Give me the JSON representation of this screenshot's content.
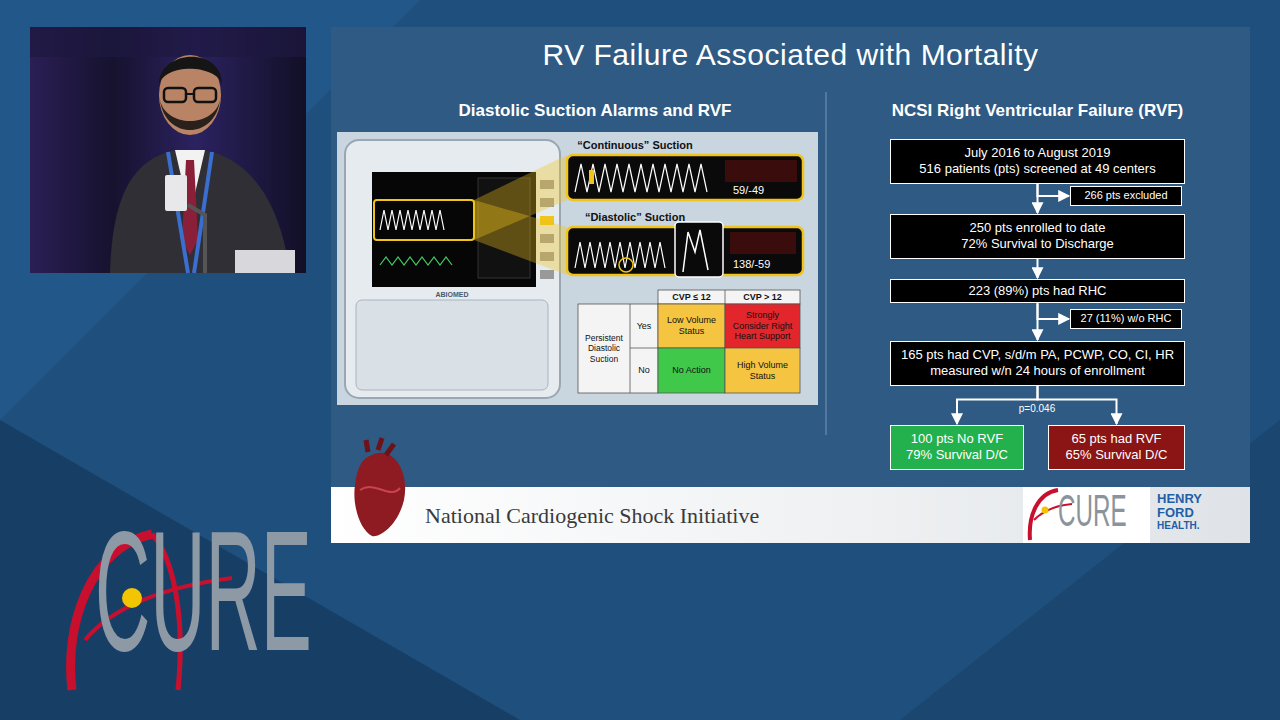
{
  "diagram": {
    "title": "RV Failure Associated with Mortality",
    "nodes": [
      {
        "text": [
          "July 2016 to August 2019",
          "516 patients (pts) screened at 49 centers"
        ]
      },
      {
        "text": [
          "266 pts excluded"
        ]
      },
      {
        "text": [
          "250 pts enrolled to date",
          "72% Survival to Discharge"
        ]
      },
      {
        "text": [
          "223 (89%) pts had RHC"
        ]
      },
      {
        "text": [
          "27 (11%) w/o RHC"
        ]
      },
      {
        "text": [
          "165 pts had CVP, s/d/m PA, PCWP, CO, CI, HR measured w/n 24 hours of enrollment"
        ]
      },
      {
        "text": [
          "100 pts No RVF",
          "79% Survival D/C"
        ]
      },
      {
        "text": [
          "65 pts had RVF",
          "65% Survival D/C"
        ]
      }
    ],
    "edges": [
      {
        "from": 0,
        "to": 1,
        "arrow": "to"
      },
      {
        "from": 0,
        "to": 2,
        "arrow": "to"
      },
      {
        "from": 2,
        "to": 3,
        "arrow": "to"
      },
      {
        "from": 3,
        "to": 4,
        "arrow": "to"
      },
      {
        "from": 3,
        "to": 5,
        "arrow": "to"
      },
      {
        "from": 5,
        "to": 6,
        "arrow": "to"
      },
      {
        "from": 5,
        "to": 7,
        "arrow": "to"
      }
    ],
    "labels": [
      "Diastolic Suction Alarms and RVF",
      "“Continuous” Suction",
      "59/-49",
      "“Diastolic” Suction",
      "138/-59",
      "ABIOMED",
      "CVP ≤ 12",
      "CVP > 12",
      "Persistent Diastolic Suction",
      "Yes",
      "No",
      "Low Volume Status",
      "Strongly Consider Right Heart Support",
      "No Action",
      "High Volume Status",
      "NCSI Right Ventricular Failure (RVF)",
      "p=0.046",
      "National Cardiogenic Shock Initiative",
      "CURE",
      "HENRY",
      "FORD",
      "HEALTH.",
      "CURE"
    ]
  }
}
